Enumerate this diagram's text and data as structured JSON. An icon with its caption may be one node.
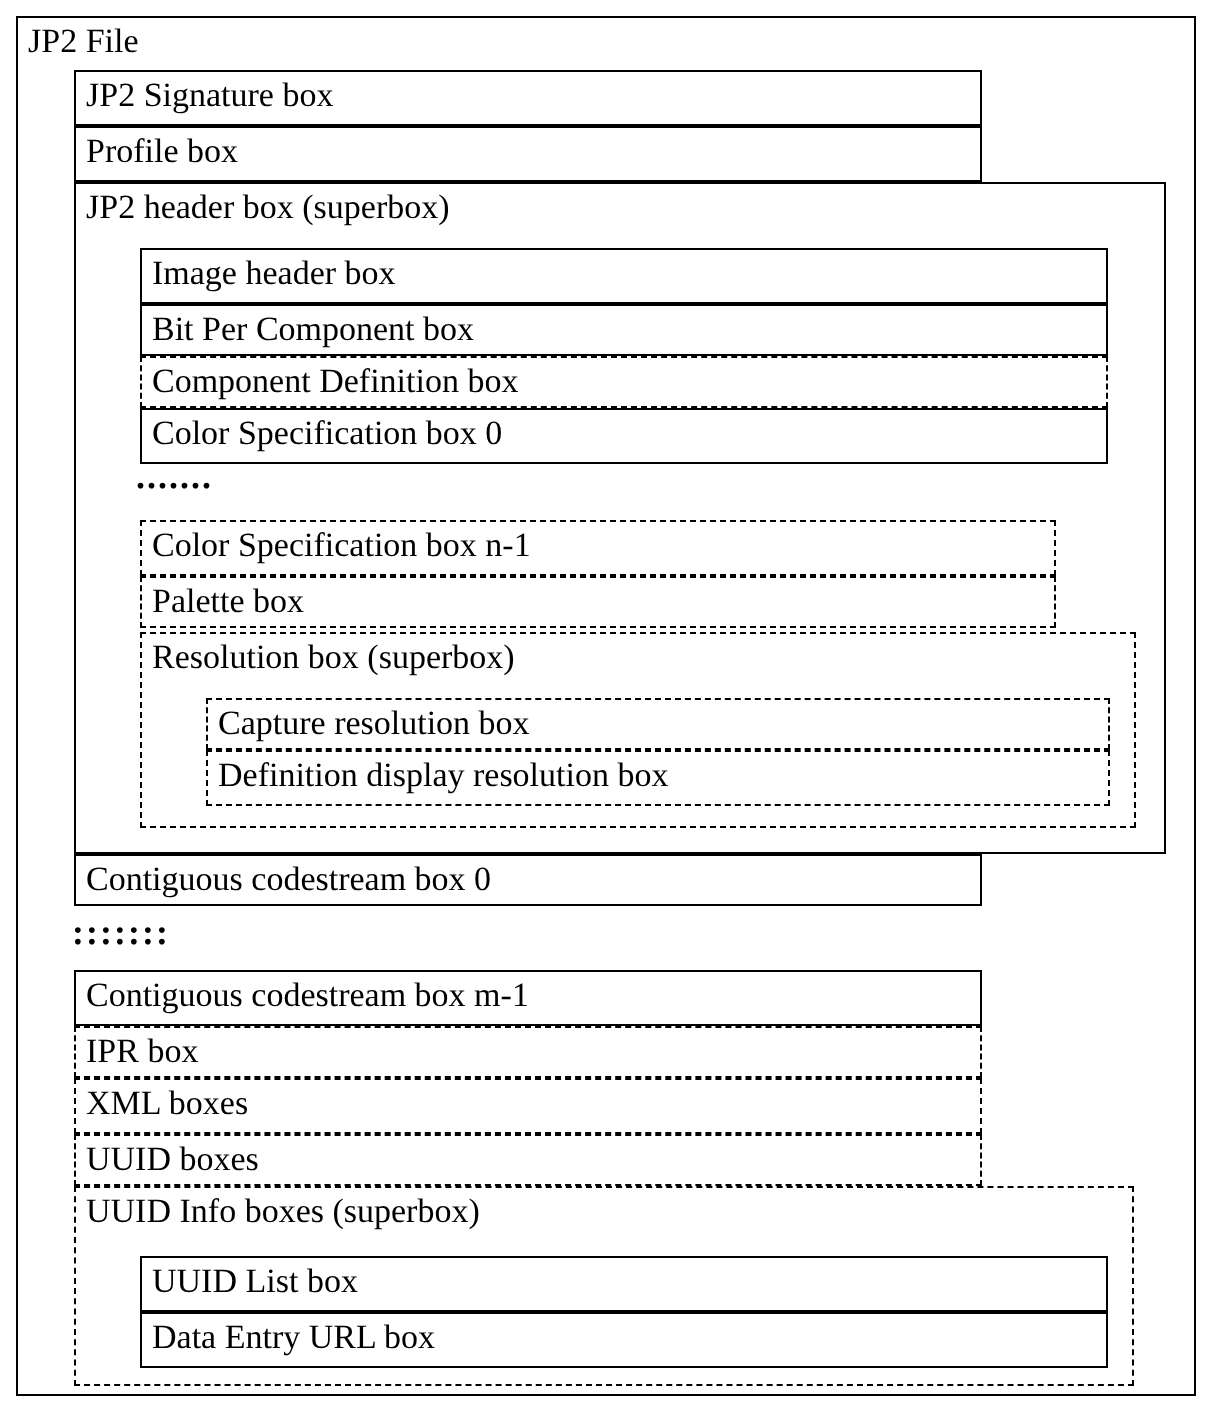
{
  "diagram": {
    "nodes": [
      {
        "text": [
          "JP2 File"
        ]
      },
      {
        "text": [
          "JP2 Signature box"
        ],
        "in": 0
      },
      {
        "text": [
          "Profile box"
        ],
        "in": 0
      },
      {
        "text": [
          "JP2 header box (superbox)"
        ],
        "in": 0
      },
      {
        "text": [
          "Image header box"
        ],
        "in": 3
      },
      {
        "text": [
          "Bit Per Component box"
        ],
        "in": 3
      },
      {
        "text": [
          "Component Definition box"
        ],
        "in": 3
      },
      {
        "text": [
          "Color Specification box 0"
        ],
        "in": 3
      },
      {
        "text": [
          "Color Specification box n-1"
        ],
        "in": 3
      },
      {
        "text": [
          "Palette box"
        ],
        "in": 3
      },
      {
        "text": [
          "Resolution box (superbox)"
        ],
        "in": 3
      },
      {
        "text": [
          "Capture resolution box"
        ],
        "in": 10
      },
      {
        "text": [
          "Definition display resolution box"
        ],
        "in": 10
      },
      {
        "text": [
          "Contiguous codestream box 0"
        ],
        "in": 0
      },
      {
        "text": [
          "Contiguous codestream box m-1"
        ],
        "in": 0
      },
      {
        "text": [
          "IPR box"
        ],
        "in": 0
      },
      {
        "text": [
          "XML boxes"
        ],
        "in": 0
      },
      {
        "text": [
          "UUID boxes"
        ],
        "in": 0
      },
      {
        "text": [
          "UUID Info boxes (superbox)"
        ],
        "in": 0
      },
      {
        "text": [
          "UUID List box"
        ],
        "in": 18
      },
      {
        "text": [
          "Data Entry URL box"
        ],
        "in": 18
      }
    ],
    "labels": [
      ".......",
      ":::::::"
    ]
  }
}
